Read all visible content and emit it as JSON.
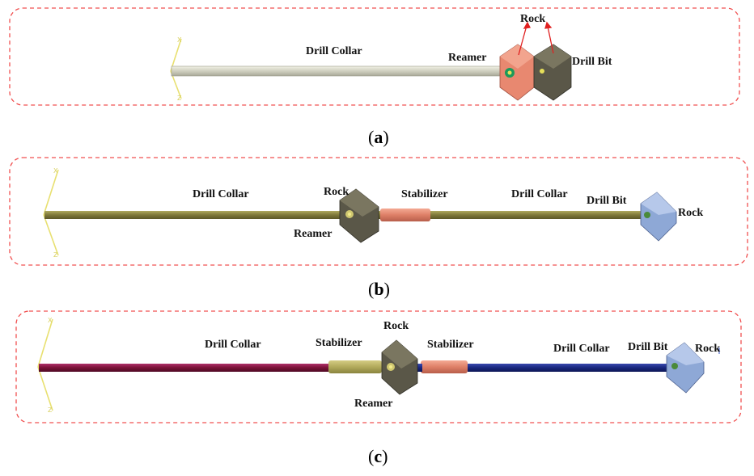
{
  "colors": {
    "frame": "#f05050",
    "collar_a": "#d9d9cc",
    "collar_b": "#8a8440",
    "collar_c_left": "#8a1540",
    "collar_c_right": "#1a2a8a",
    "stabilizer_salmon": "#e08870",
    "stabilizer_olive": "#b8b060",
    "rock_dark": "#5a5748",
    "rock_salmon": "#e88870",
    "bit_blue": "#8ea8d6",
    "axis": "#e8e070"
  },
  "panels": [
    {
      "caption": "a",
      "labels": {
        "drill_collar": "Drill Collar",
        "reamer": "Reamer",
        "rock": "Rock",
        "drill_bit": "Drill Bit"
      }
    },
    {
      "caption": "b",
      "labels": {
        "drill_collar_left": "Drill Collar",
        "rock_top": "Rock",
        "reamer": "Reamer",
        "stabilizer": "Stabilizer",
        "drill_collar_right": "Drill Collar",
        "drill_bit": "Drill Bit",
        "rock_right": "Rock"
      }
    },
    {
      "caption": "c",
      "labels": {
        "drill_collar_left": "Drill Collar",
        "stabilizer_left": "Stabilizer",
        "rock_top": "Rock",
        "reamer": "Reamer",
        "stabilizer_right": "Stabilizer",
        "drill_collar_right": "Drill Collar",
        "drill_bit": "Drill Bit",
        "rock_right": "Rock"
      }
    }
  ]
}
